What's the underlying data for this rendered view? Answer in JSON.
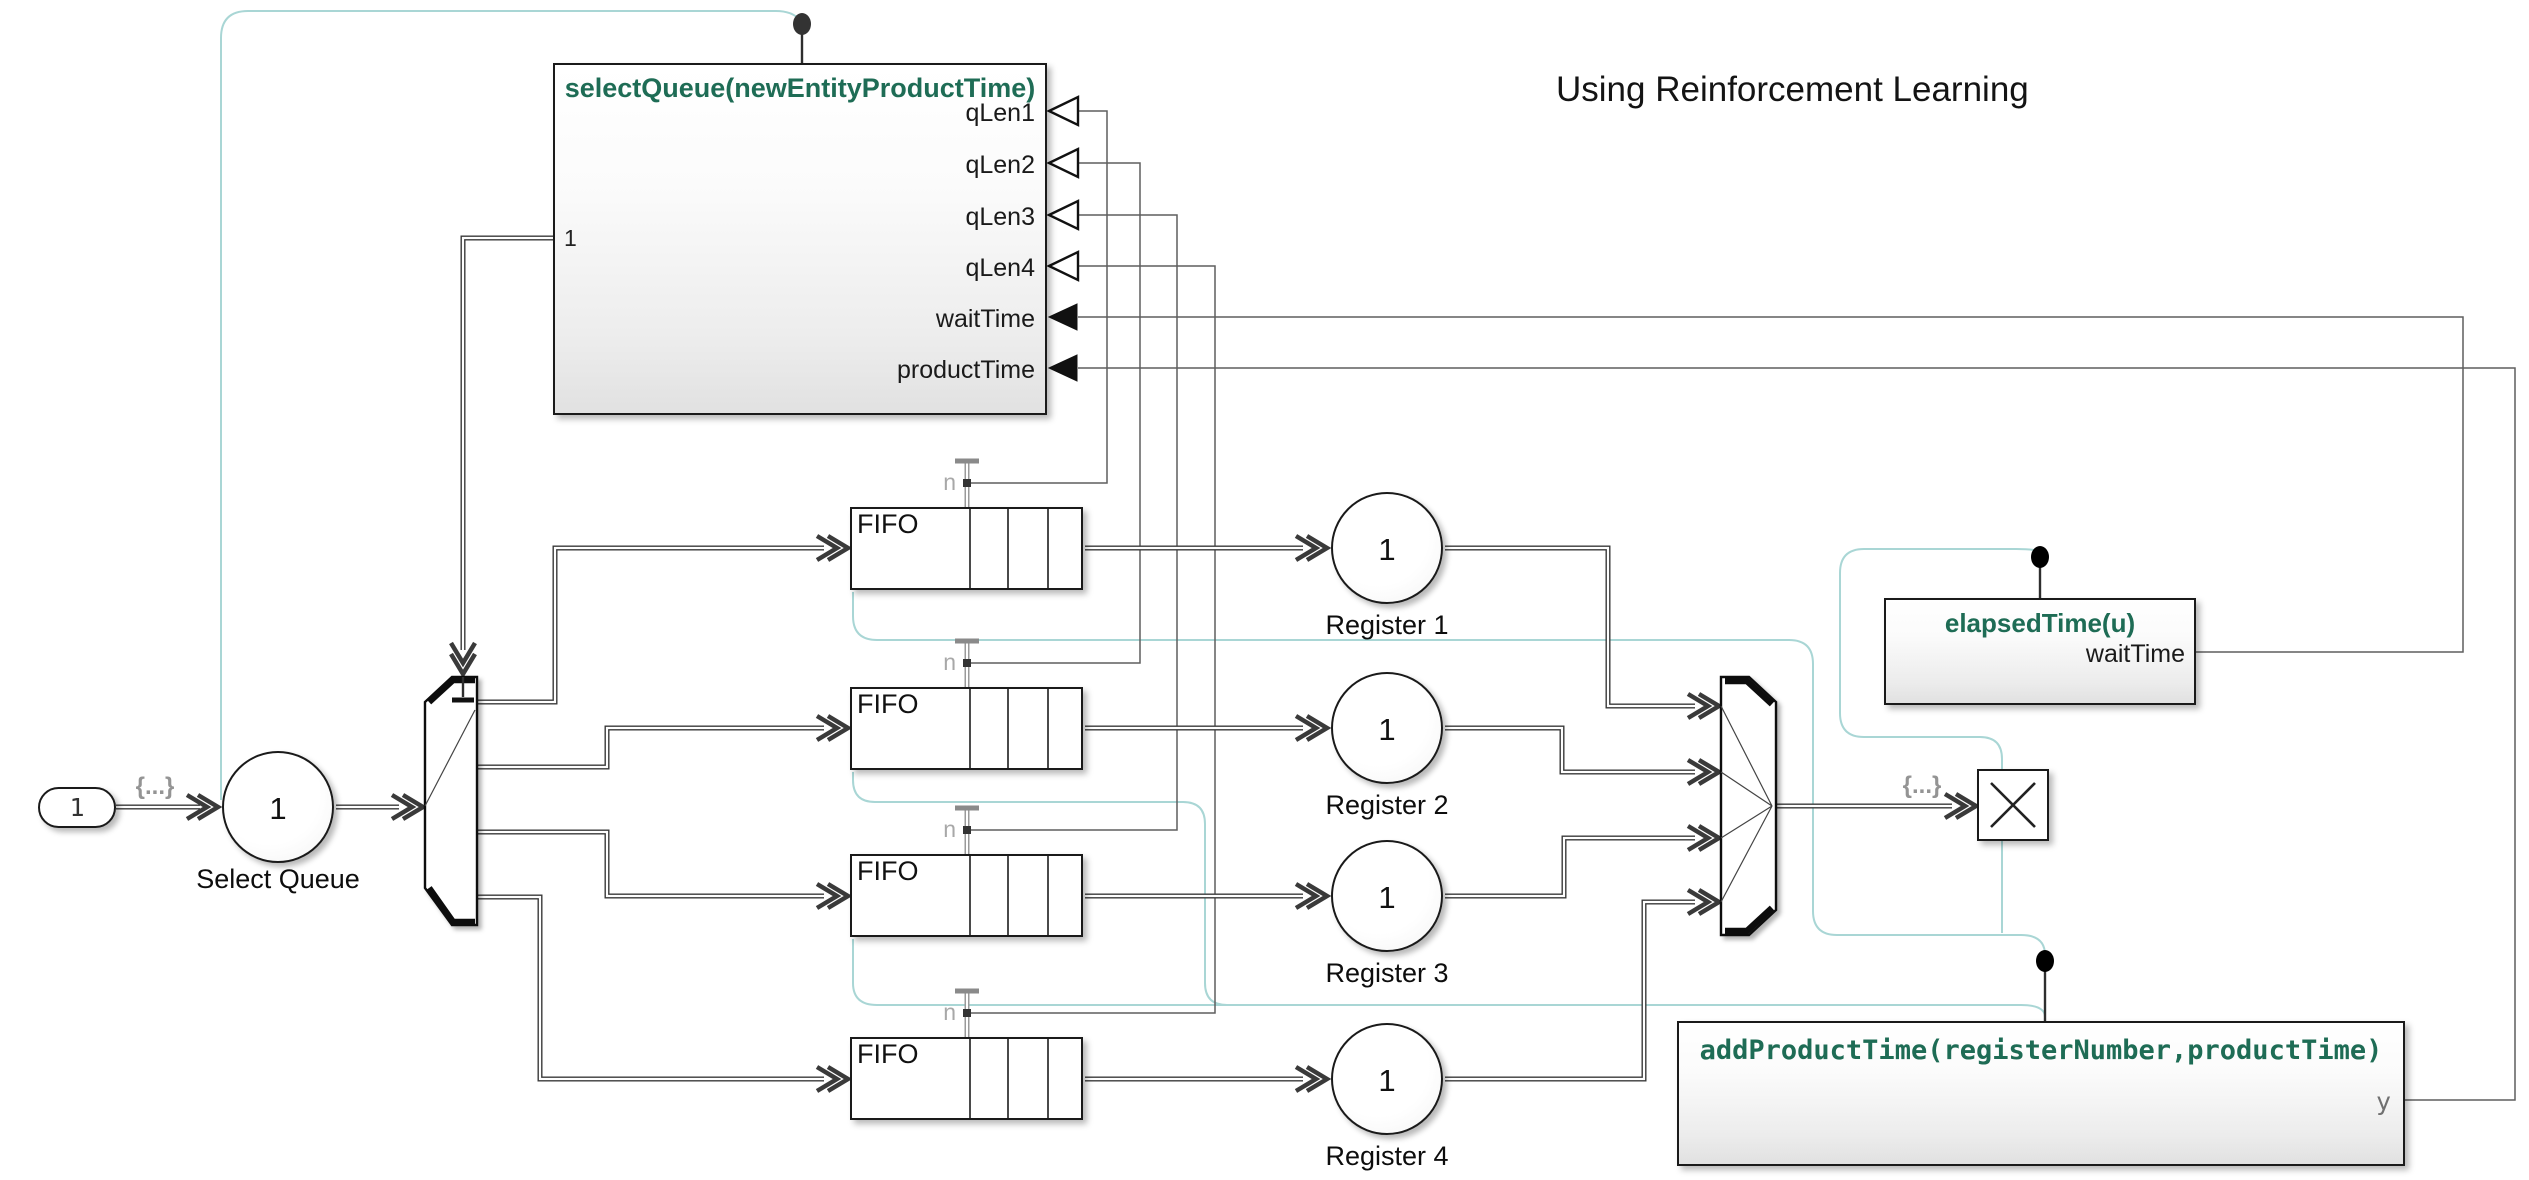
{
  "colors": {
    "function_title": "#1e6c55",
    "entity_line": "#3a3a3a",
    "signal_line": "#5f5f5f",
    "trigger_line": "#a9d6d5",
    "annotation_text": "#141414",
    "port_text": "#1a1a1a",
    "muted_text": "#9c9c9c"
  },
  "annotation": {
    "text": "Using Reinforcement Learning"
  },
  "select_queue_fn": {
    "title": "selectQueue(newEntityProductTime)",
    "arg_label": "1",
    "in_ports": [
      "qLen1",
      "qLen2",
      "qLen3",
      "qLen4",
      "waitTime",
      "productTime"
    ]
  },
  "entity_generator": {
    "value": "1",
    "out_label": "{...}"
  },
  "select_queue_server": {
    "value": "1",
    "name": "Select Queue"
  },
  "queues": [
    {
      "title": "FIFO",
      "len_label": "n"
    },
    {
      "title": "FIFO",
      "len_label": "n"
    },
    {
      "title": "FIFO",
      "len_label": "n"
    },
    {
      "title": "FIFO",
      "len_label": "n"
    }
  ],
  "registers": [
    {
      "value": "1",
      "name": "Register 1"
    },
    {
      "value": "1",
      "name": "Register 2"
    },
    {
      "value": "1",
      "name": "Register 3"
    },
    {
      "value": "1",
      "name": "Register 4"
    }
  ],
  "input_switch": {
    "out_label": "{...}"
  },
  "elapsed_time_fn": {
    "title": "elapsedTime(u)",
    "out_port": "waitTime"
  },
  "add_product_time_fn": {
    "title": "addProductTime(registerNumber,productTime)",
    "out_port": "y"
  }
}
